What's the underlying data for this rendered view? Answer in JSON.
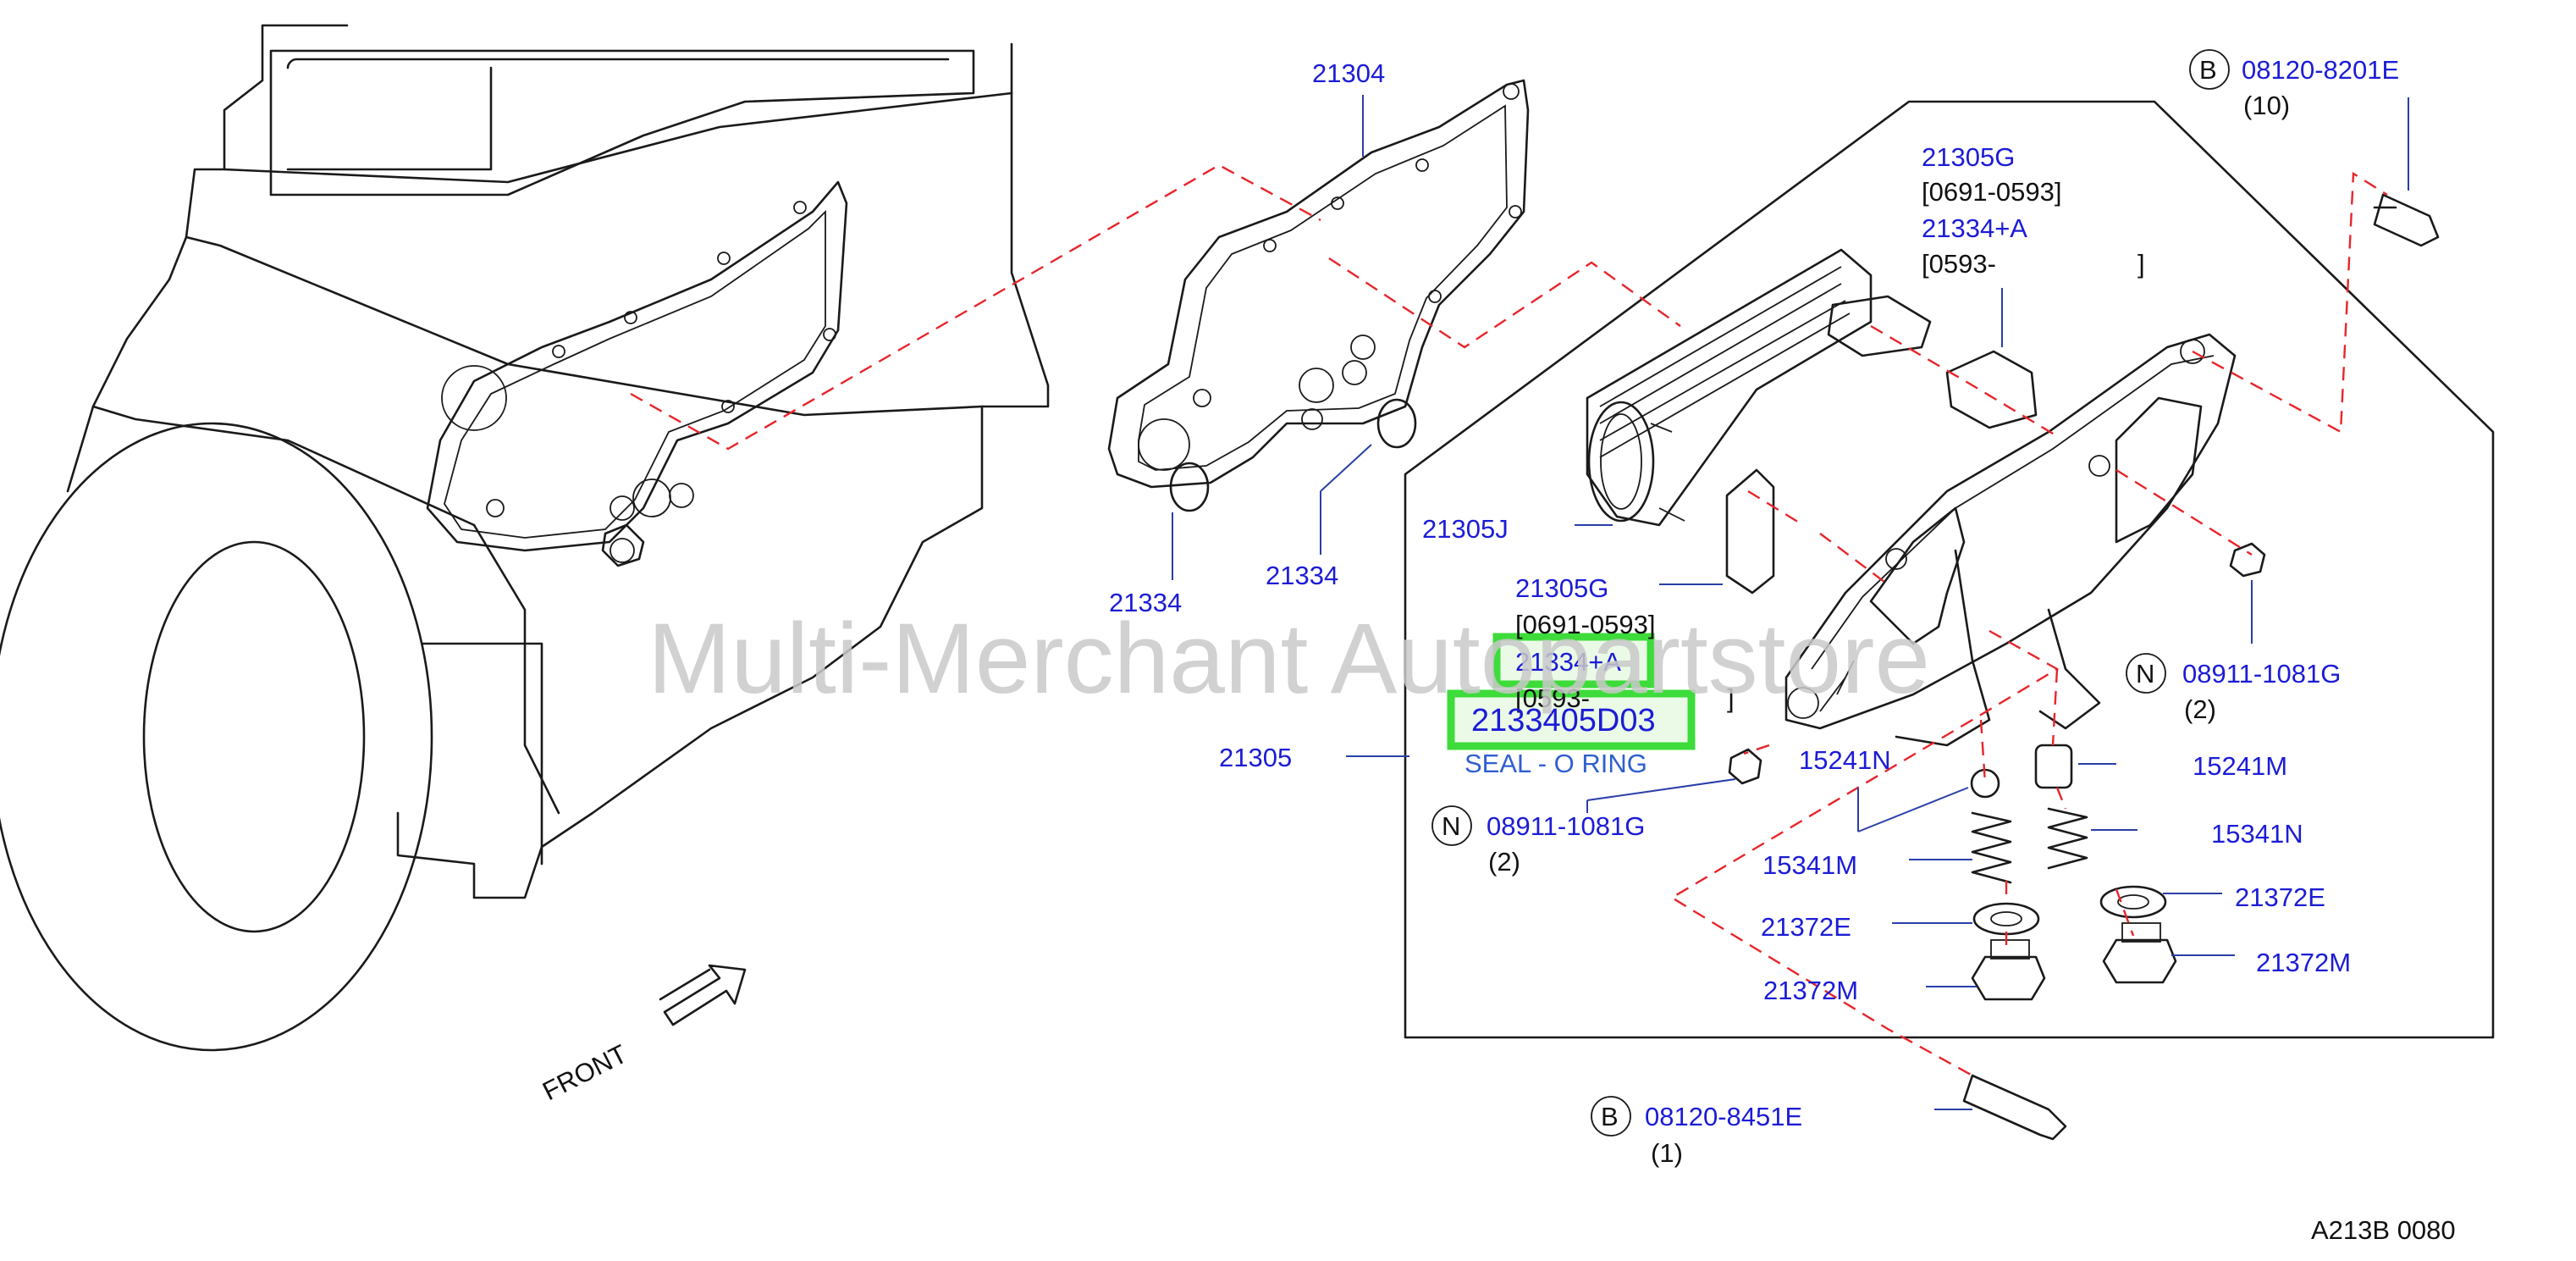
{
  "watermark": "Multi-Merchant Autopartstore",
  "diagram_code": "A213B   0080",
  "front_label": "FRONT",
  "highlighted_part": {
    "number": "2133405D03",
    "description": "SEAL - O RING"
  },
  "labels": {
    "p21304": "21304",
    "p21334_a": "21334",
    "p21334_b": "21334",
    "p21305": "21305",
    "p21305J": "21305J",
    "p21305G_top": "21305G",
    "p21305G_top_range": "[0691-0593]",
    "p21334A_top": "21334+A",
    "p21334A_top_range": "[0593-",
    "p21334A_top_close": "]",
    "p21305G_mid": "21305G",
    "p21305G_mid_range": "[0691-0593]",
    "p21334A_mid": "21334+A",
    "p21334A_mid_range": "[0593-",
    "p21334A_mid_close": "]",
    "p15241N": "15241N",
    "p15241M": "15241M",
    "p15341M": "15341M",
    "p15341N": "15341N",
    "p21372E_l": "21372E",
    "p21372E_r": "21372E",
    "p21372M_l": "21372M",
    "p21372M_r": "21372M",
    "bolt_top": "08120-8201E",
    "bolt_top_qty": "(10)",
    "bolt_bottom": "08120-8451E",
    "bolt_bottom_qty": "(1)",
    "nut_right": "08911-1081G",
    "nut_right_qty": "(2)",
    "nut_left": "08911-1081G",
    "nut_left_qty": "(2)"
  },
  "badges": {
    "bolt": "B",
    "nut": "N"
  },
  "colors": {
    "part_label": "#1c1cd6",
    "leader": "#2a3fa8",
    "dashed": "#e8252b",
    "highlight": "#3ddc3a",
    "line": "#1a1a1a"
  }
}
